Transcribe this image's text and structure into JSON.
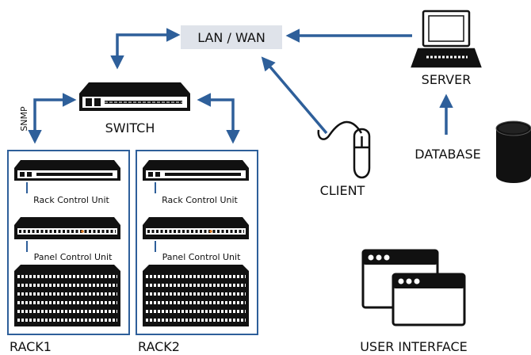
{
  "network": {
    "label": "LAN / WAN"
  },
  "server": {
    "label": "SERVER"
  },
  "switch": {
    "label": "SWITCH"
  },
  "database": {
    "label": "DATABASE"
  },
  "client": {
    "label": "CLIENT"
  },
  "snmp": {
    "label": "SNMP"
  },
  "racks": [
    {
      "label": "RACK1",
      "rack_unit_label": "Rack Control Unit",
      "panel_unit_label": "Panel Control Unit"
    },
    {
      "label": "RACK2",
      "rack_unit_label": "Rack Control Unit",
      "panel_unit_label": "Panel Control Unit"
    }
  ],
  "user_interface": {
    "label": "USER INTERFACE"
  },
  "colors": {
    "accent": "#2e5f9a",
    "network_box": "#dfe3ea",
    "ink": "#111111"
  },
  "icons": [
    "switch-icon",
    "server-icon",
    "database-icon",
    "mouse-icon",
    "window-icon"
  ]
}
